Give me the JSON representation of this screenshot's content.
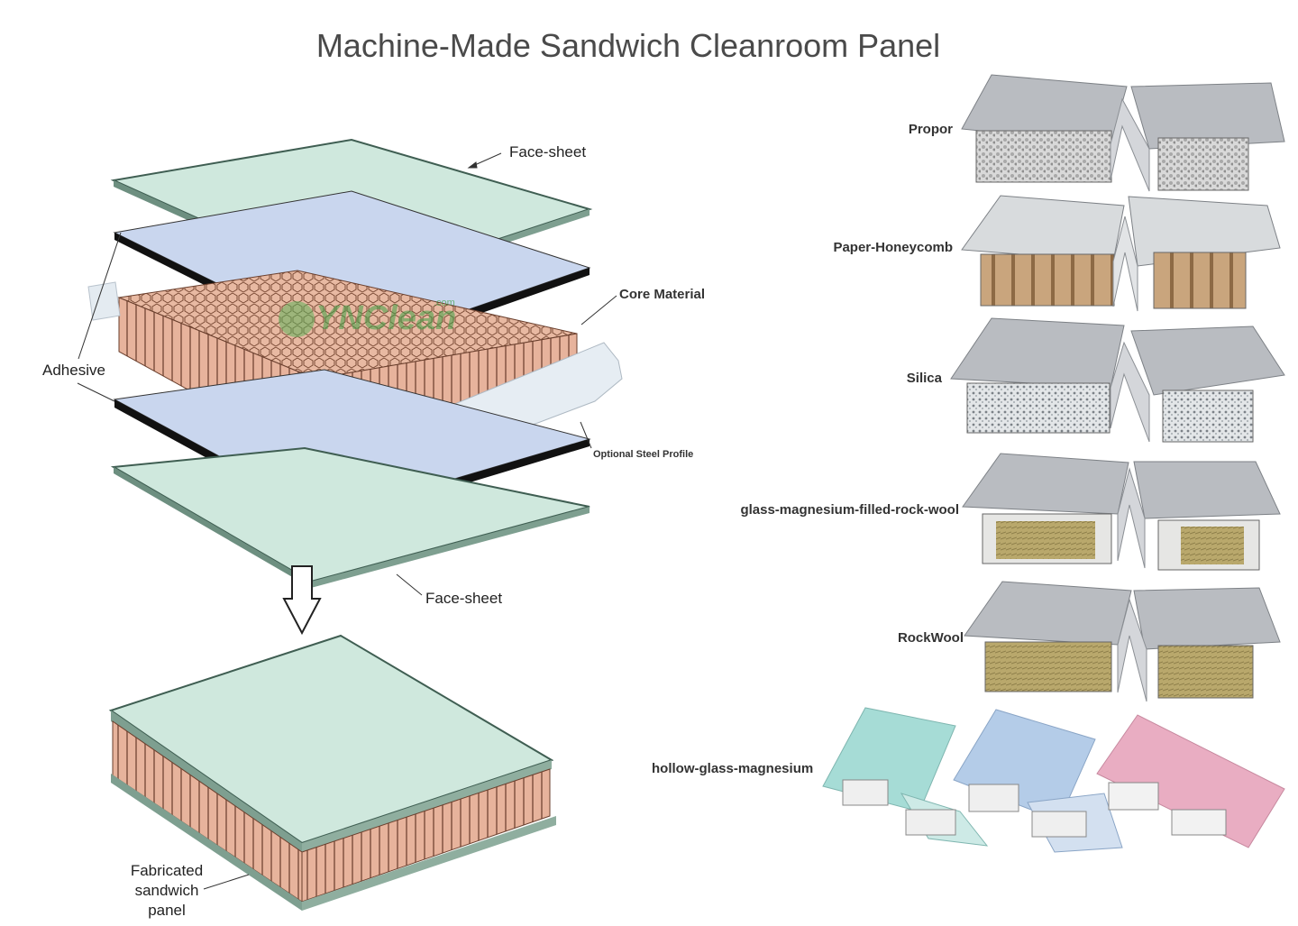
{
  "title": "Machine-Made Sandwich Cleanroom Panel",
  "watermark": "YNClean",
  "watermark_suffix": ".com",
  "exploded_labels": {
    "face_sheet_top": "Face-sheet",
    "core_material": "Core Material",
    "adhesive": "Adhesive",
    "optional_steel_profile": "Optional Steel Profile",
    "face_sheet_bottom": "Face-sheet"
  },
  "assembled_label": "Fabricated sandwich panel",
  "panel_types": [
    {
      "name": "Propor",
      "core": "foam"
    },
    {
      "name": "Paper-Honeycomb",
      "core": "paper-honeycomb"
    },
    {
      "name": "Silica",
      "core": "silica"
    },
    {
      "name": "glass-magnesium-filled-rock-wool",
      "core": "glass-magnesium-rockwool"
    },
    {
      "name": "RockWool",
      "core": "rockwool"
    },
    {
      "name": "hollow-glass-magnesium",
      "core": "hollow"
    }
  ],
  "colors": {
    "face_sheet": "#cfe8dd",
    "adhesive": "#c9d6ee",
    "core": "#e8b9a2",
    "steel": "#dce3ea",
    "panel_top": "#b9bcc1",
    "hollow_teal": "#a6dcd6",
    "hollow_blue": "#b4cce8",
    "hollow_pink": "#e9adc2"
  }
}
